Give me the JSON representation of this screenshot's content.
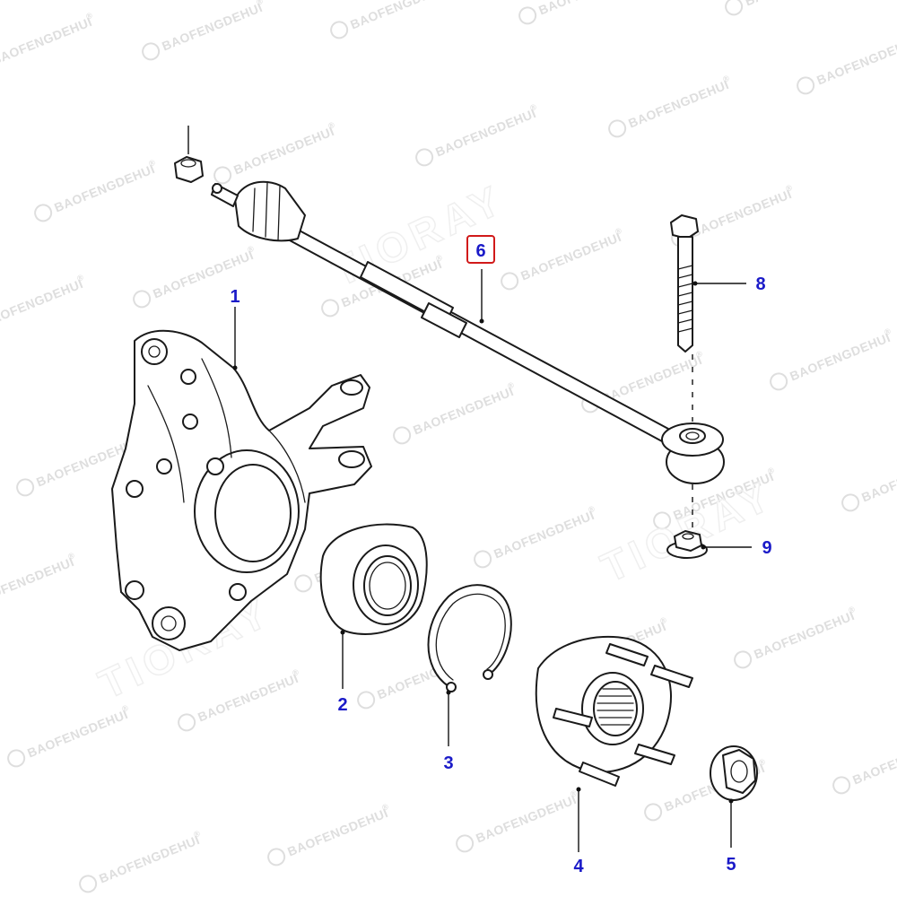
{
  "diagram": {
    "watermark": {
      "text": "BAOFENGDEHUI",
      "mark": "®",
      "big_text": "TIORAY"
    },
    "colors": {
      "callout": "#1a1ac8",
      "highlight_box": "#d11a1a",
      "line": "#1a1a1a"
    },
    "callouts": [
      {
        "id": "knuckle",
        "label": "1"
      },
      {
        "id": "bearing",
        "label": "2"
      },
      {
        "id": "snap-ring",
        "label": "3"
      },
      {
        "id": "hub",
        "label": "4"
      },
      {
        "id": "hub-nut",
        "label": "5"
      },
      {
        "id": "tie-rod",
        "label": "6",
        "highlighted": true
      },
      {
        "id": "bolt",
        "label": "8"
      },
      {
        "id": "flange-nut",
        "label": "9"
      }
    ]
  }
}
